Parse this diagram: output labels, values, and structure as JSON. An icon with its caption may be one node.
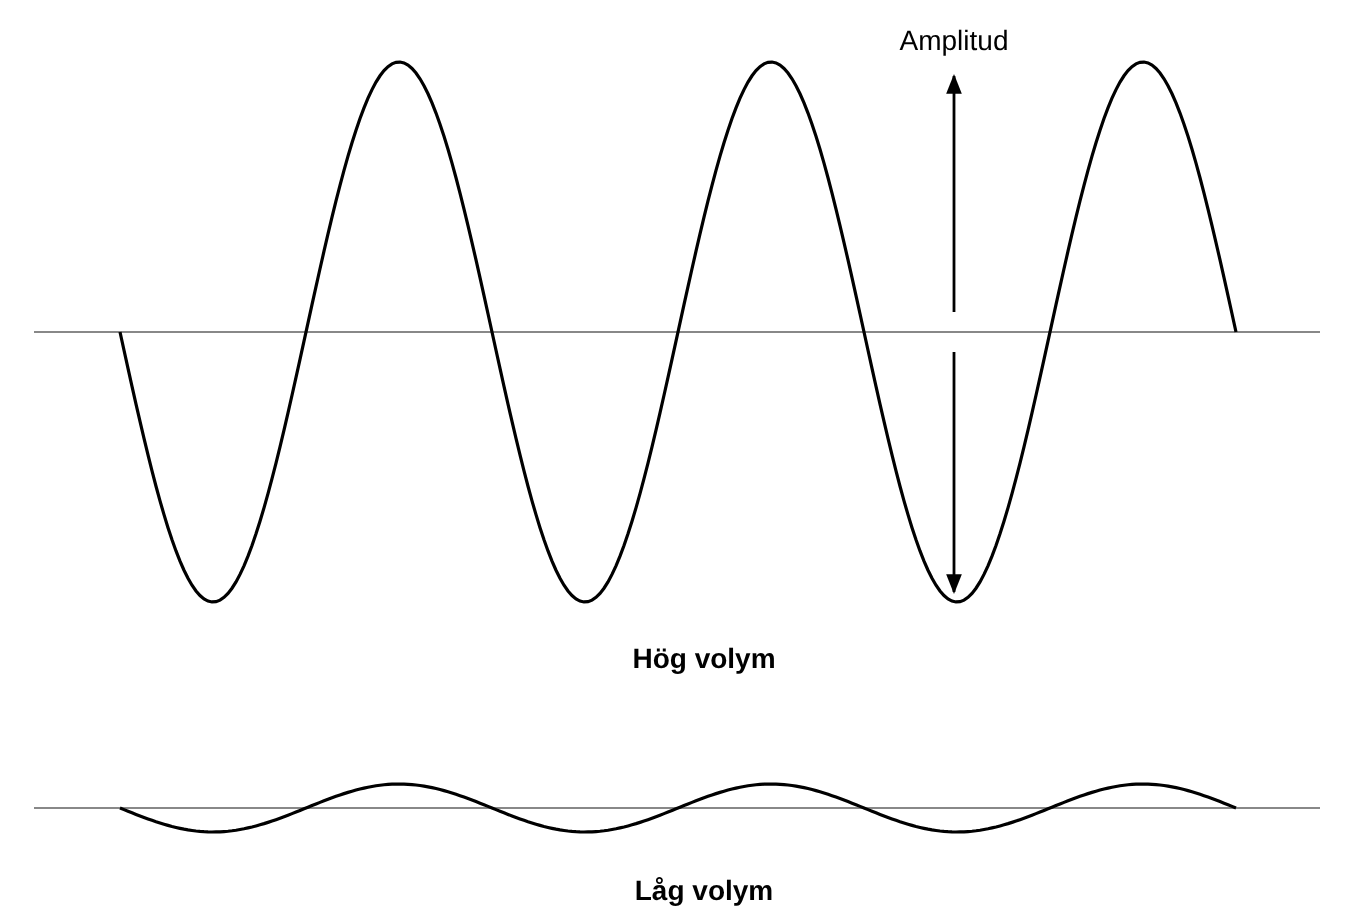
{
  "diagram": {
    "labels": [
      "Amplitud",
      "Hög volym",
      "Låg volym"
    ]
  }
}
